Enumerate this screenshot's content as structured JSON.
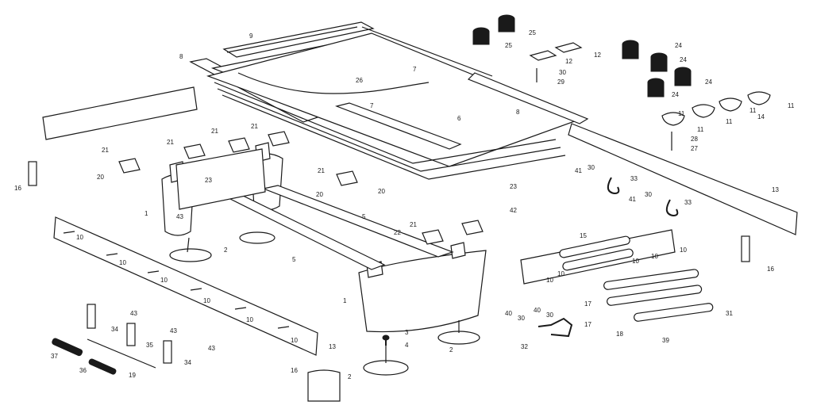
{
  "diagram": {
    "labels": {
      "l1a": "1",
      "l1b": "1",
      "l2a": "2",
      "l2b": "2",
      "l2c": "2",
      "l3": "3",
      "l4": "4",
      "l5a": "5",
      "l5b": "5",
      "l6": "6",
      "l7a": "7",
      "l7b": "7",
      "l8a": "8",
      "l8b": "8",
      "l9": "9",
      "l10a": "10",
      "l10b": "10",
      "l10c": "10",
      "l10d": "10",
      "l10e": "10",
      "l10f": "10",
      "l10g": "10",
      "l10h": "10",
      "l10i": "10",
      "l10j": "10",
      "l10k": "10",
      "l11a": "11",
      "l11b": "11",
      "l11c": "11",
      "l11d": "11",
      "l11e": "11",
      "l12a": "12",
      "l12b": "12",
      "l13a": "13",
      "l13b": "13",
      "l14": "14",
      "l15": "15",
      "l16a": "16",
      "l16b": "16",
      "l16c": "16",
      "l17a": "17",
      "l17b": "17",
      "l18": "18",
      "l19": "19",
      "l20a": "20",
      "l20b": "20",
      "l20c": "20",
      "l21a": "21",
      "l21b": "21",
      "l21c": "21",
      "l21d": "21",
      "l21e": "21",
      "l21f": "21",
      "l22": "22",
      "l23a": "23",
      "l23b": "23",
      "l24a": "24",
      "l24b": "24",
      "l24c": "24",
      "l24d": "24",
      "l25a": "25",
      "l25b": "25",
      "l26": "26",
      "l27": "27",
      "l28": "28",
      "l29": "29",
      "l30a": "30",
      "l30b": "30",
      "l30c": "30",
      "l30d": "30",
      "l30e": "30",
      "l31": "31",
      "l32": "32",
      "l33a": "33",
      "l33b": "33",
      "l34a": "34",
      "l34b": "34",
      "l35": "35",
      "l36": "36",
      "l37": "37",
      "l39": "39",
      "l40a": "40",
      "l40b": "40",
      "l41a": "41",
      "l41b": "41",
      "l42": "42",
      "l43a": "43",
      "l43b": "43",
      "l43c": "43",
      "l43d": "43"
    }
  }
}
